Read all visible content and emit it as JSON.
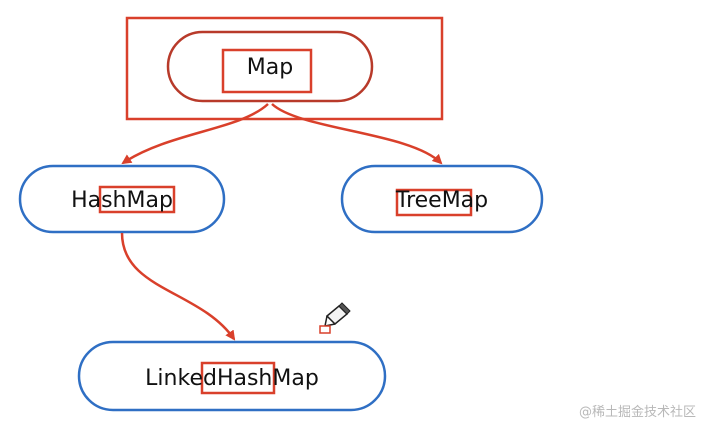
{
  "nodes": {
    "map": {
      "label": "Map"
    },
    "hashmap": {
      "label": "HashMap"
    },
    "treemap": {
      "label": "TreeMap"
    },
    "linkedhashmap": {
      "label": "LinkedHashMap"
    }
  },
  "colors": {
    "annotation_red": "#d9402b",
    "node_blue": "#2f6fc4",
    "map_outline": "#b83a2a",
    "watermark": "#b8b8b8"
  },
  "watermark": "@稀土掘金技术社区"
}
